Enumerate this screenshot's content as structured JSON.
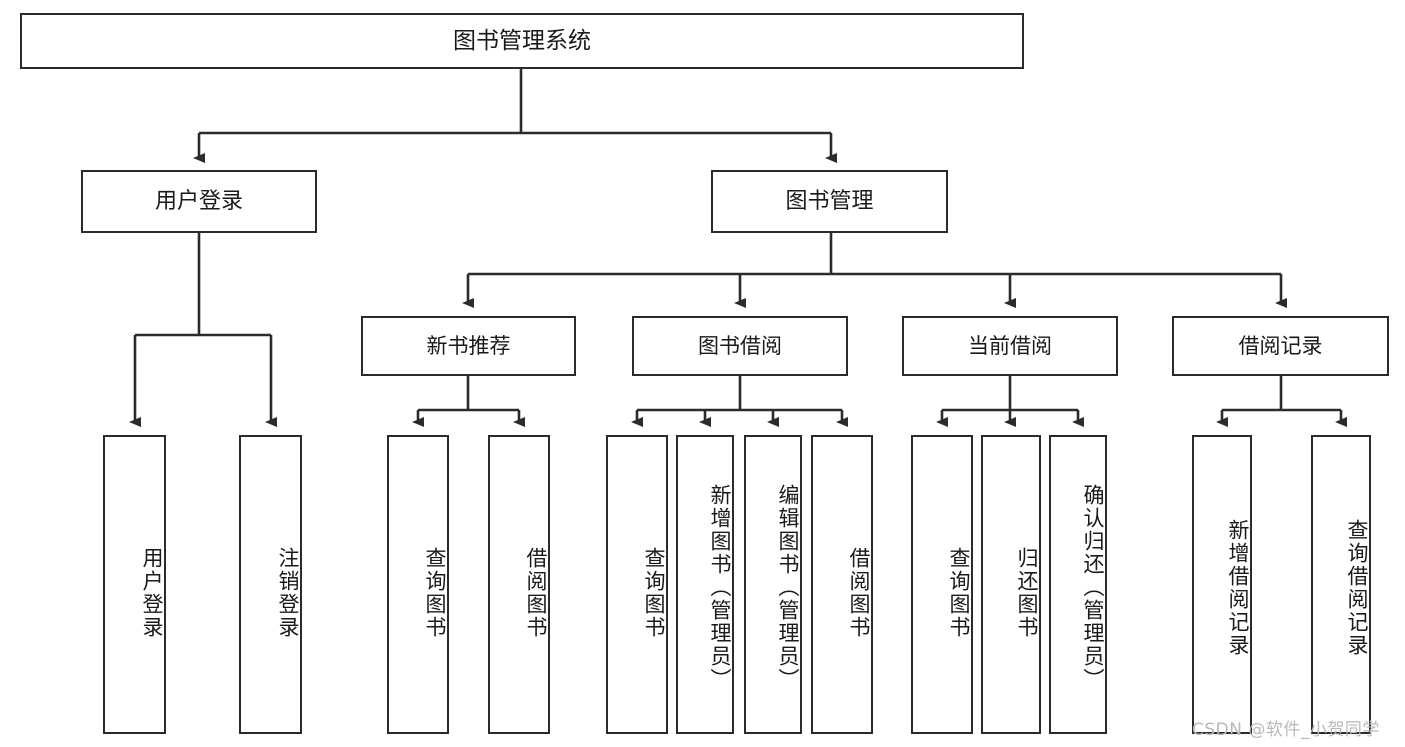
{
  "diagram": {
    "title": "图书管理系统",
    "type": "tree-hierarchy",
    "root": {
      "label": "图书管理系统"
    },
    "level2": [
      {
        "label": "用户登录"
      },
      {
        "label": "图书管理"
      }
    ],
    "level3": [
      {
        "label": "新书推荐"
      },
      {
        "label": "图书借阅"
      },
      {
        "label": "当前借阅"
      },
      {
        "label": "借阅记录"
      }
    ],
    "leaves": {
      "user_login": [
        {
          "label": "用户登录"
        },
        {
          "label": "注销登录"
        }
      ],
      "new_book_recommend": [
        {
          "label": "查询图书"
        },
        {
          "label": "借阅图书"
        }
      ],
      "book_borrow": [
        {
          "label": "查询图书"
        },
        {
          "label": "新增图书（管理员）"
        },
        {
          "label": "编辑图书（管理员）"
        },
        {
          "label": "借阅图书"
        }
      ],
      "current_borrow": [
        {
          "label": "查询图书"
        },
        {
          "label": "归还图书"
        },
        {
          "label": "确认归还（管理员）"
        }
      ],
      "borrow_record": [
        {
          "label": "新增借阅记录"
        },
        {
          "label": "查询借阅记录"
        }
      ]
    }
  },
  "watermark": {
    "text": "CSDN @软件_小贺同学"
  },
  "colors": {
    "border": "#2b2b2b",
    "text": "#1a1a1a",
    "background": "#ffffff",
    "watermark": "#b9b9b9"
  }
}
